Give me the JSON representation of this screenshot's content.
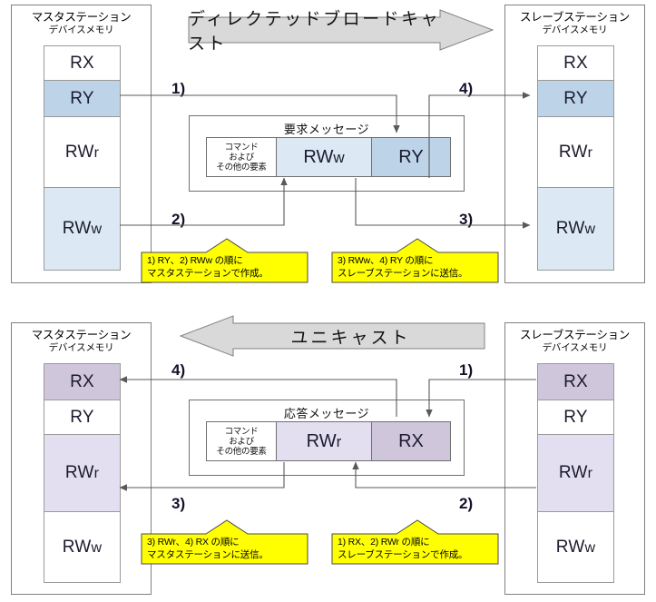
{
  "diagram": {
    "title_top_banner": "ディレクテッドブロードキャスト",
    "title_bottom_banner": "ユニキャスト",
    "colors": {
      "ry_blue": "#bcd3e8",
      "rww_blue": "#dce9f4",
      "rx_purple": "#cfc6dc",
      "rwr_purple": "#e4dff0",
      "banner_fill": "#d9d9d9",
      "callout_fill": "#ffff00",
      "border": "#808080"
    }
  },
  "top": {
    "banner": {
      "label": "ディレクテッドブロードキャスト",
      "direction": "right"
    },
    "master": {
      "title_line1": "マスタステーション",
      "title_line2": "デバイスメモリ",
      "cells": [
        {
          "label": "RX",
          "sub": "",
          "highlight": "none"
        },
        {
          "label": "RY",
          "sub": "",
          "highlight": "blue-dark"
        },
        {
          "label": "RW",
          "sub": "r",
          "highlight": "none"
        },
        {
          "label": "RW",
          "sub": "w",
          "highlight": "blue-light"
        }
      ]
    },
    "slave": {
      "title_line1": "スレーブステーション",
      "title_line2": "デバイスメモリ",
      "cells": [
        {
          "label": "RX",
          "sub": "",
          "highlight": "none"
        },
        {
          "label": "RY",
          "sub": "",
          "highlight": "blue-dark"
        },
        {
          "label": "RW",
          "sub": "r",
          "highlight": "none"
        },
        {
          "label": "RW",
          "sub": "w",
          "highlight": "blue-light"
        }
      ]
    },
    "message": {
      "title": "要求メッセージ",
      "cmd_lines": [
        "コマンド",
        "および",
        "その他の要素"
      ],
      "segments": [
        {
          "label": "RW",
          "sub": "w",
          "fill": "blue-light"
        },
        {
          "label": "RY",
          "sub": "",
          "fill": "blue-dark"
        }
      ]
    },
    "steps": [
      "1)",
      "2)",
      "3)",
      "4)"
    ],
    "callouts": [
      {
        "line1": "1) RY、2) RWw の順に",
        "line2": "マスタステーションで作成。"
      },
      {
        "line1": "3) RWw、4) RY の順に",
        "line2": "スレーブステーションに送信。"
      }
    ]
  },
  "bottom": {
    "banner": {
      "label": "ユニキャスト",
      "direction": "left"
    },
    "master": {
      "title_line1": "マスタステーション",
      "title_line2": "デバイスメモリ",
      "cells": [
        {
          "label": "RX",
          "sub": "",
          "highlight": "purple-dark"
        },
        {
          "label": "RY",
          "sub": "",
          "highlight": "none"
        },
        {
          "label": "RW",
          "sub": "r",
          "highlight": "purple-light"
        },
        {
          "label": "RW",
          "sub": "w",
          "highlight": "none"
        }
      ]
    },
    "slave": {
      "title_line1": "スレーブステーション",
      "title_line2": "デバイスメモリ",
      "cells": [
        {
          "label": "RX",
          "sub": "",
          "highlight": "purple-dark"
        },
        {
          "label": "RY",
          "sub": "",
          "highlight": "none"
        },
        {
          "label": "RW",
          "sub": "r",
          "highlight": "purple-light"
        },
        {
          "label": "RW",
          "sub": "w",
          "highlight": "none"
        }
      ]
    },
    "message": {
      "title": "応答メッセージ",
      "cmd_lines": [
        "コマンド",
        "および",
        "その他の要素"
      ],
      "segments": [
        {
          "label": "RW",
          "sub": "r",
          "fill": "purple-light"
        },
        {
          "label": "RX",
          "sub": "",
          "fill": "purple-dark"
        }
      ]
    },
    "steps": [
      "1)",
      "2)",
      "3)",
      "4)"
    ],
    "callouts": [
      {
        "line1": "3) RWr、4) RX の順に",
        "line2": "マスタステーションに送信。"
      },
      {
        "line1": "1) RX、2) RWr の順に",
        "line2": "スレーブステーションで作成。"
      }
    ]
  }
}
